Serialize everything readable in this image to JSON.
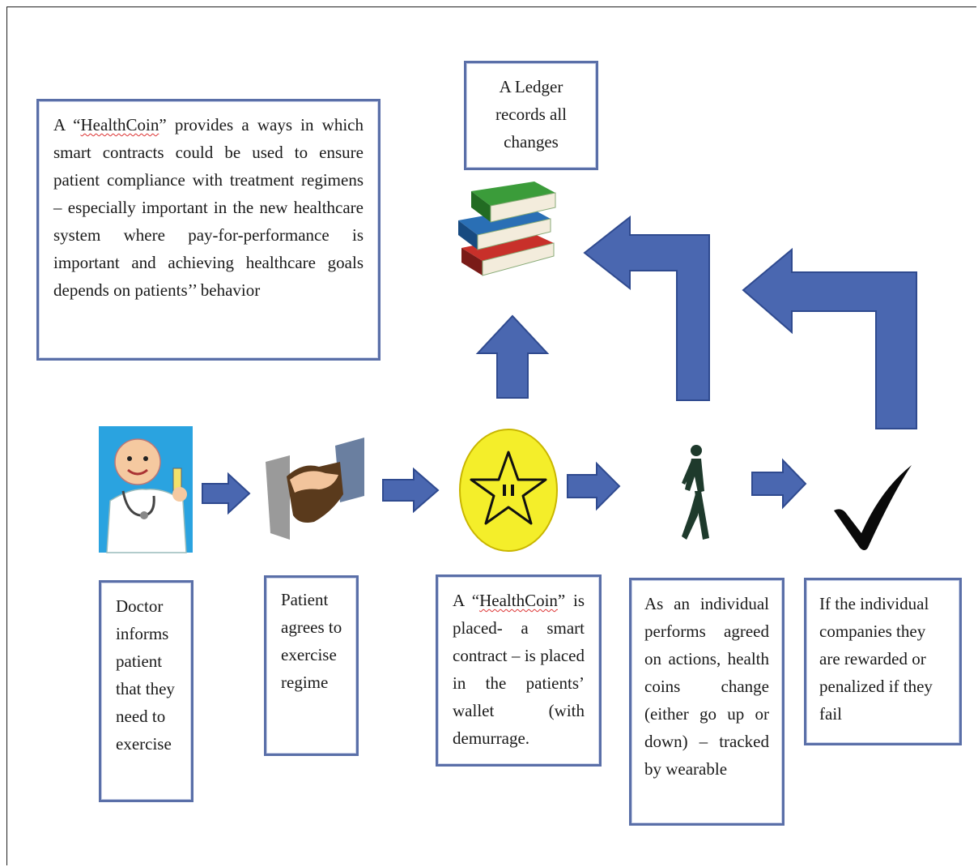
{
  "colors": {
    "box_border": "#5a6fa8",
    "arrow_fill": "#4a67b0",
    "arrow_dark": "#2f4a8f",
    "coin_yellow": "#f4ee2a",
    "doctor_bg": "#2aa3e0"
  },
  "intro_box": {
    "prefix": "A “",
    "brand": "HealthCoin",
    "rest": "” provides a ways in which smart contracts could be used to ensure patient compliance with treatment regimens – especially important in the new healthcare system where pay-for-performance is important and achieving healthcare goals depends on patients’’ behavior"
  },
  "ledger_box": {
    "text": "A Ledger records all changes"
  },
  "steps": [
    {
      "id": "doctor",
      "text": "Doctor informs patient that they need to exercise"
    },
    {
      "id": "patient",
      "text": "Patient agrees to exercise regime"
    },
    {
      "id": "coin",
      "prefix": "A “",
      "brand": "HealthCoin",
      "rest": "” is placed- a smart contract – is placed in the patients’ wallet (with demurrage."
    },
    {
      "id": "individual",
      "text": "As an individual performs agreed on actions, health coins change (either go up or down) – tracked by wearable"
    },
    {
      "id": "outcome",
      "text": "If the individual companies they are rewarded or penalized if they fail"
    }
  ],
  "icons": [
    "doctor-icon",
    "handshake-icon",
    "star-coin-icon",
    "walking-person-icon",
    "checkmark-icon",
    "books-icon"
  ]
}
